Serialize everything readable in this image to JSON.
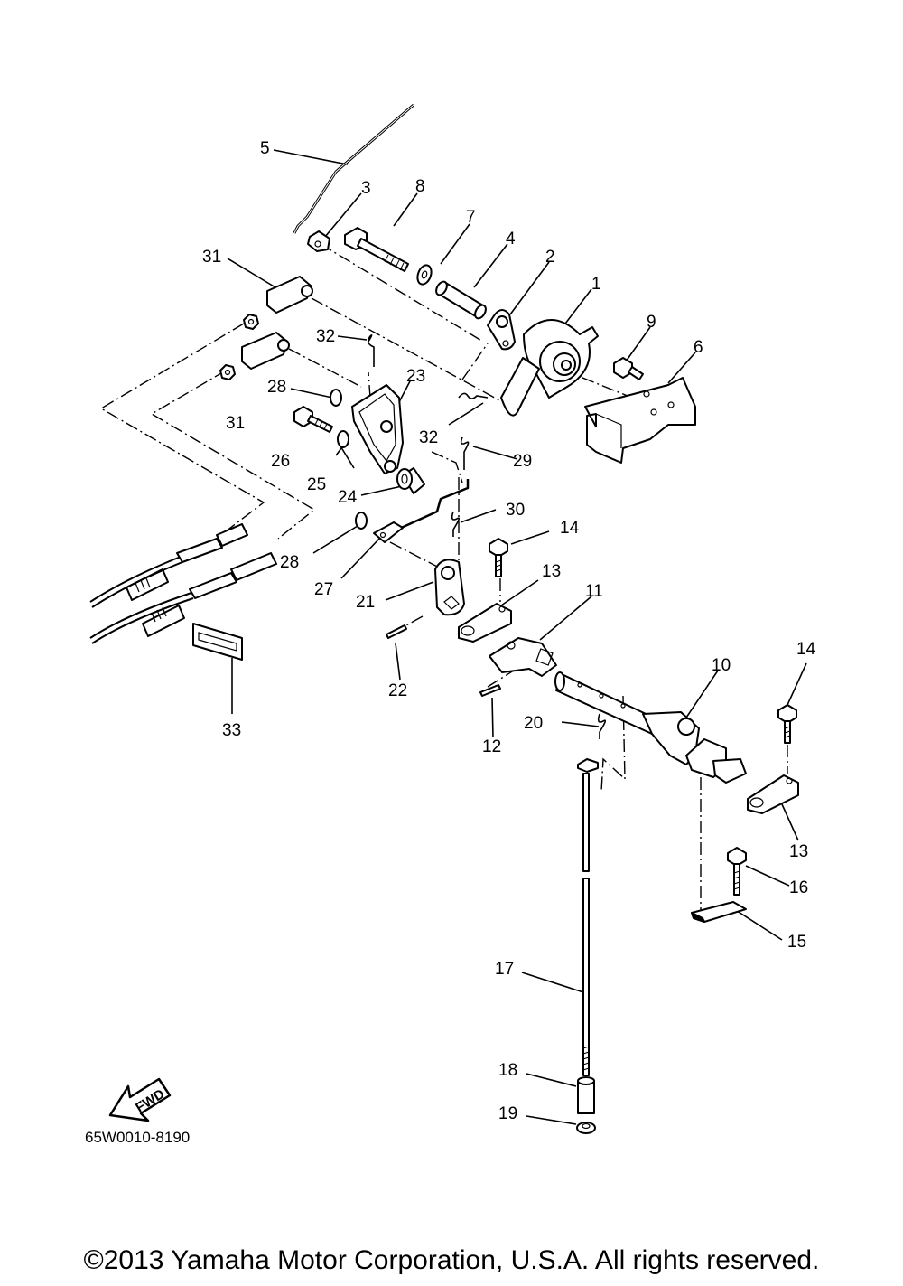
{
  "diagram": {
    "part_code": "65W0010-8190",
    "fwd_label": "FWD",
    "callouts": [
      "1",
      "2",
      "3",
      "4",
      "5",
      "6",
      "7",
      "8",
      "9",
      "10",
      "11",
      "12",
      "13",
      "13",
      "14",
      "14",
      "15",
      "16",
      "17",
      "18",
      "19",
      "20",
      "21",
      "22",
      "23",
      "24",
      "25",
      "26",
      "27",
      "28",
      "28",
      "29",
      "30",
      "31",
      "31",
      "32",
      "32",
      "33"
    ]
  },
  "footer": {
    "copyright": "©2013 Yamaha Motor Corporation, U.S.A. All rights reserved."
  }
}
